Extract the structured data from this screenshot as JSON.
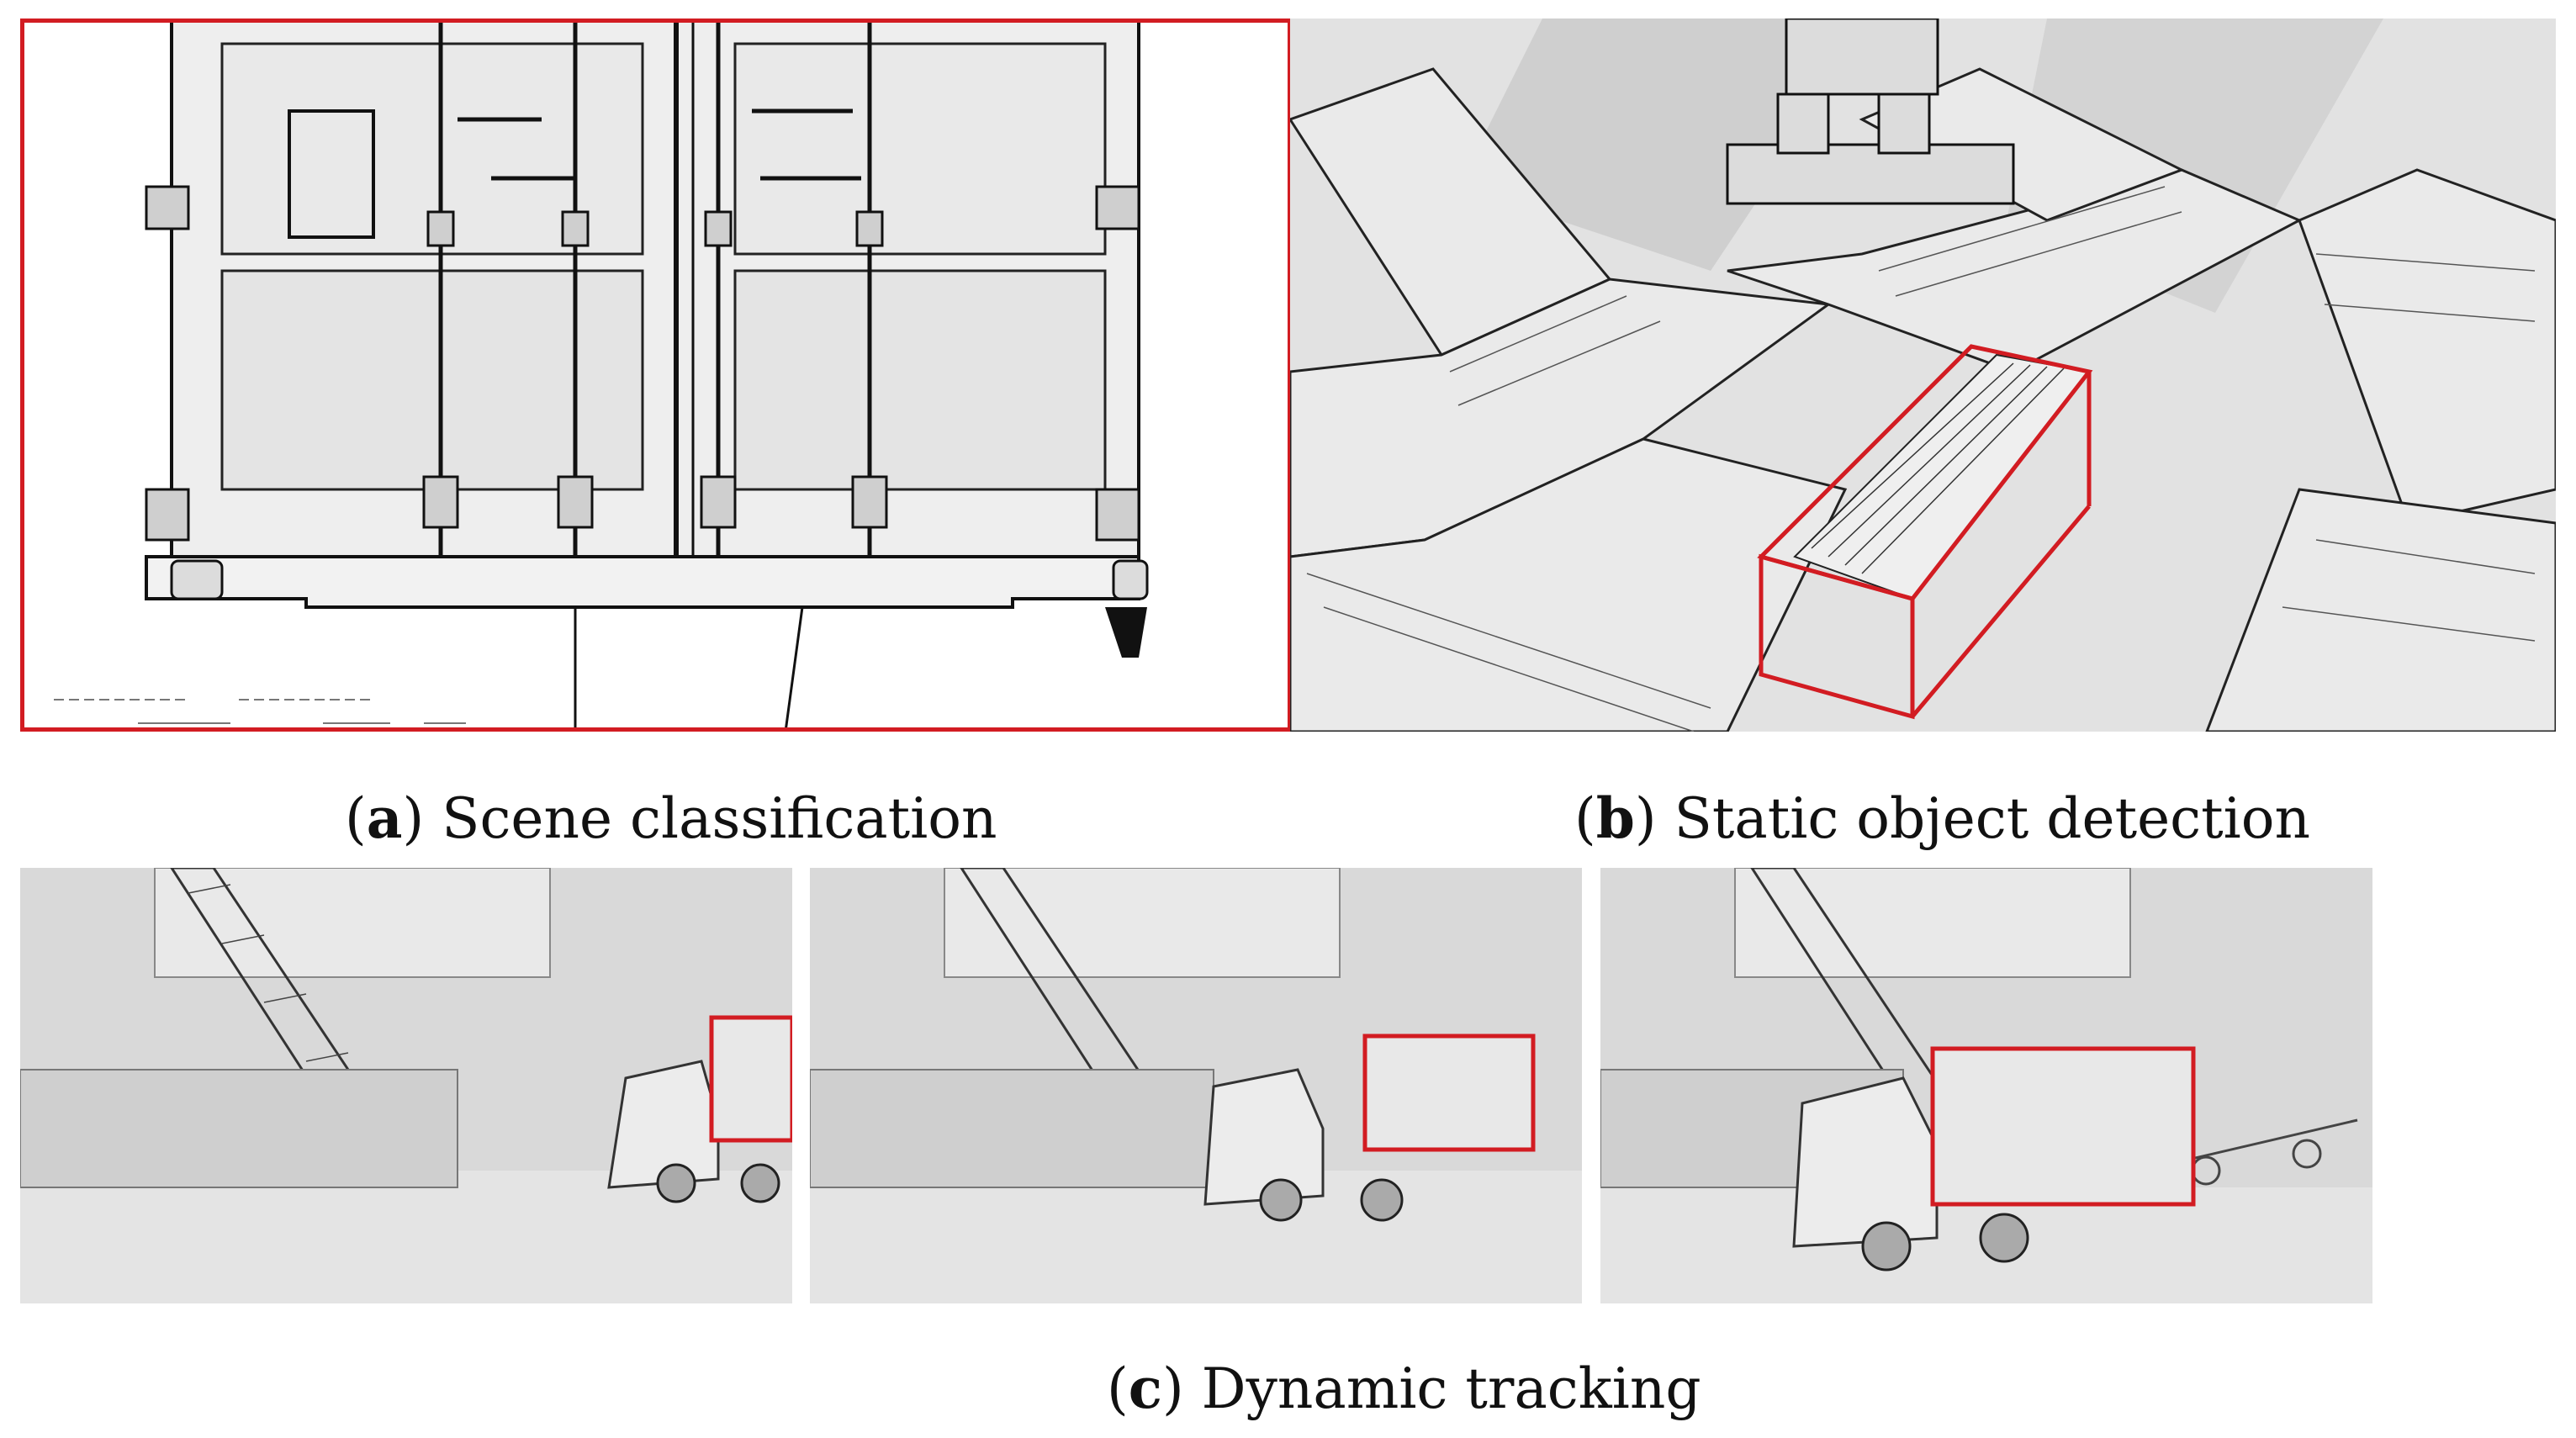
{
  "figure": {
    "panels": [
      {
        "id": "a",
        "letter": "a",
        "caption": "Scene classification"
      },
      {
        "id": "b",
        "letter": "b",
        "caption": "Static object detection"
      },
      {
        "id": "c",
        "letter": "c",
        "caption": "Dynamic tracking"
      }
    ]
  },
  "colors": {
    "highlight": "#d21c22",
    "render_bg": "#e6e6e6",
    "linework": "#1a1a1a"
  }
}
